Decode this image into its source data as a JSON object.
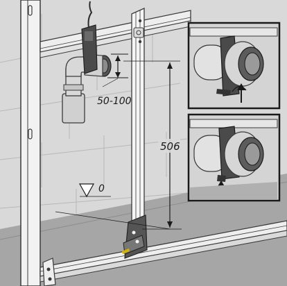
{
  "labels": {
    "offset_range": "50-100",
    "height": "506",
    "floor_level": "0"
  },
  "colors": {
    "wall": "#d9d9d9",
    "wall_lines": "#b5b5b5",
    "floor": "#a3a3a3",
    "frame": "#f2f2f2",
    "frame_outline": "#3a3a3a",
    "pipe": "#cfcfcf",
    "clamp": "#4a4a4a",
    "accent": "#d4b400"
  },
  "icons": {
    "arrow_up": "arrow-up-icon",
    "level_triangle": "level-triangle-icon"
  }
}
